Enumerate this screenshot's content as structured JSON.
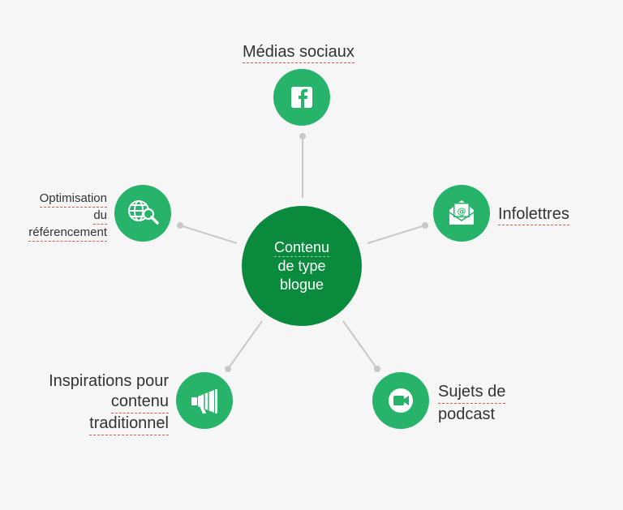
{
  "center": {
    "lines": [
      "Contenu",
      "de type",
      "blogue"
    ]
  },
  "nodes": {
    "social": {
      "lines": [
        "Médias sociaux"
      ],
      "icon": "facebook-icon"
    },
    "seo": {
      "lines": [
        "Optimisation",
        "du",
        "référencement"
      ],
      "icon": "globe-search-icon"
    },
    "newsletter": {
      "lines": [
        "Infolettres"
      ],
      "icon": "envelope-at-icon"
    },
    "inspiration": {
      "lines": [
        "Inspirations pour",
        "contenu",
        "traditionnel"
      ],
      "icon": "megaphone-icon"
    },
    "podcast": {
      "lines": [
        "Sujets de",
        "podcast"
      ],
      "icon": "video-camera-icon"
    }
  },
  "colors": {
    "center": "#0a8a3c",
    "node": "#27b46a",
    "connector": "#c8c8c8",
    "underline": "#e0584a",
    "background": "#f6f6f6"
  }
}
